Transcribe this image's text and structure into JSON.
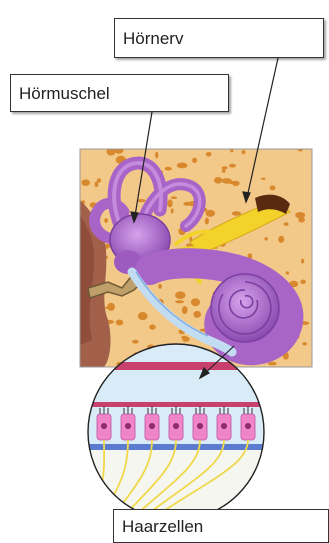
{
  "labels": {
    "auditory_nerve": "Hörnerv",
    "cochlea": "Hörmuschel",
    "hair_cells": "Haarzellen"
  },
  "colors": {
    "bone": "#f3c98a",
    "bone_pores": "#d8892e",
    "muscle": "#a2604b",
    "cochlea_purple": "#a864c6",
    "cochlea_dark": "#7b3fa0",
    "nerve_yellow": "#f3d22a",
    "inner_blue": "#c2dcf2",
    "hair_cell_pink": "#f084c8",
    "membrane_red": "#c8406e"
  }
}
